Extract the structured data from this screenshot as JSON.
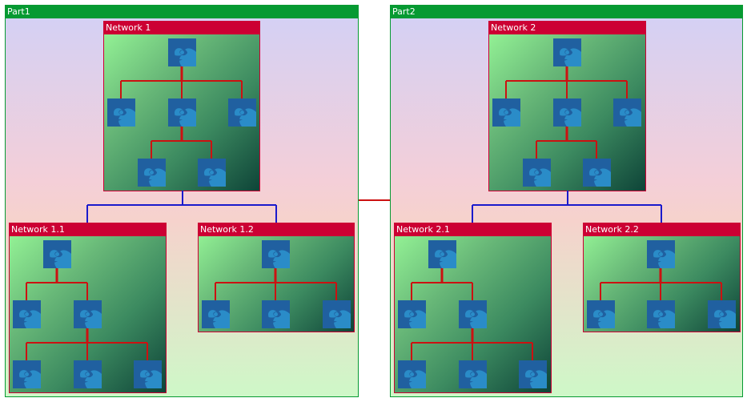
{
  "parts": [
    {
      "id": "part1",
      "label": "Part1"
    },
    {
      "id": "part2",
      "label": "Part2"
    }
  ],
  "networks": [
    {
      "id": "net1",
      "label": "Network 1",
      "part": "Part1",
      "node_count": 6,
      "node_icon": "swirl-node-icon"
    },
    {
      "id": "net1-1",
      "label": "Network 1.1",
      "part": "Part1",
      "node_count": 6,
      "node_icon": "swirl-node-icon"
    },
    {
      "id": "net1-2",
      "label": "Network 1.2",
      "part": "Part1",
      "node_count": 4,
      "node_icon": "swirl-node-icon"
    },
    {
      "id": "net2",
      "label": "Network 2",
      "part": "Part2",
      "node_count": 6,
      "node_icon": "swirl-node-icon"
    },
    {
      "id": "net2-1",
      "label": "Network 2.1",
      "part": "Part2",
      "node_count": 6,
      "node_icon": "swirl-node-icon"
    },
    {
      "id": "net2-2",
      "label": "Network 2.2",
      "part": "Part2",
      "node_count": 4,
      "node_icon": "swirl-node-icon"
    }
  ],
  "links": [
    {
      "from": "Network 1",
      "to": "Network 1.1",
      "color": "#1a1acc"
    },
    {
      "from": "Network 1",
      "to": "Network 1.2",
      "color": "#1a1acc"
    },
    {
      "from": "Network 2",
      "to": "Network 2.1",
      "color": "#1a1acc"
    },
    {
      "from": "Network 2",
      "to": "Network 2.2",
      "color": "#1a1acc"
    },
    {
      "from": "Part1",
      "to": "Part2",
      "color": "#cc1111"
    }
  ],
  "colors": {
    "part_header": "#069a32",
    "network_header": "#cc0033",
    "node_link": "#cc1111",
    "network_link": "#1a1acc",
    "node_light": "#2a8cc8",
    "node_dark": "#2060a0"
  }
}
